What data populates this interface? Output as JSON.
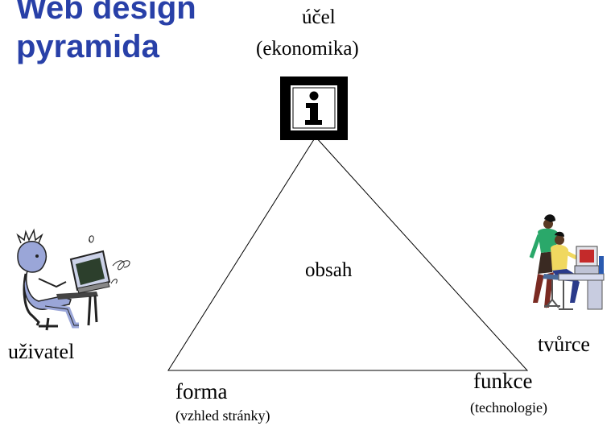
{
  "title": {
    "line1": "Web design",
    "line2": "pyramida"
  },
  "apex": {
    "label": "účel",
    "sublabel": "(ekonomika)"
  },
  "center": {
    "label": "obsah"
  },
  "left_figure": {
    "label": "uživatel"
  },
  "right_figure": {
    "label": "tvůrce"
  },
  "bottom_left": {
    "label": "forma",
    "sublabel": "(vzhled stránky)"
  },
  "bottom_right": {
    "label": "funkce",
    "sublabel": "(technologie)"
  },
  "icons": [
    "info-icon",
    "frustrated-user-clipart",
    "developers-clipart"
  ],
  "colors": {
    "title": "#2840a8"
  }
}
